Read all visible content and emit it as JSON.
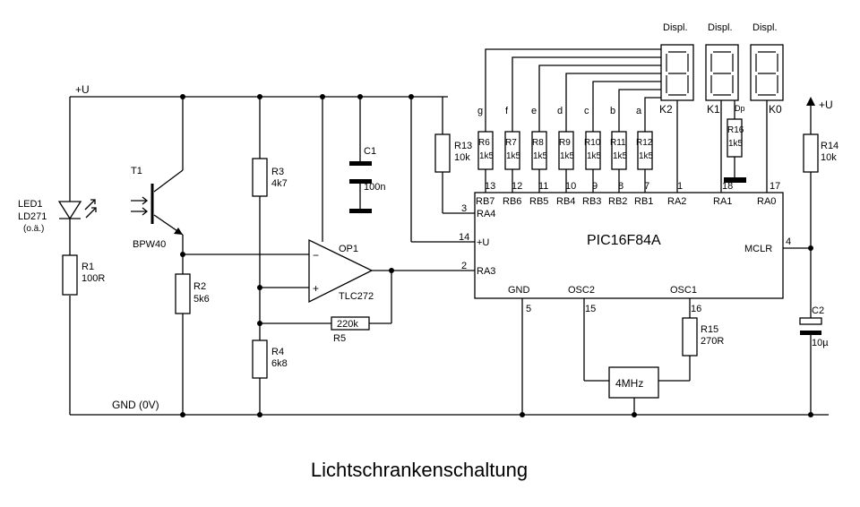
{
  "caption": "Lichtschrankenschaltung",
  "rails": {
    "vcc_label": "+U",
    "gnd_label": "GND (0V)",
    "vcc_right_label": "+U"
  },
  "components": {
    "led1": {
      "ref": "LED1",
      "type": "LD271",
      "note": "(o.ä.)"
    },
    "r1": {
      "ref": "R1",
      "value": "100R"
    },
    "t1": {
      "ref": "T1",
      "type": "BPW40"
    },
    "r2": {
      "ref": "R2",
      "value": "5k6"
    },
    "r3": {
      "ref": "R3",
      "value": "4k7"
    },
    "r4": {
      "ref": "R4",
      "value": "6k8"
    },
    "c1": {
      "ref": "C1",
      "value": "100n"
    },
    "op1": {
      "ref": "OP1",
      "type": "TLC272",
      "minus": "−",
      "plus": "+"
    },
    "r5": {
      "ref": "R5",
      "value": "220k"
    },
    "r13": {
      "ref": "R13",
      "value": "10k"
    },
    "r6": {
      "ref": "R6",
      "value": "1k5"
    },
    "r7": {
      "ref": "R7",
      "value": "1k5"
    },
    "r8": {
      "ref": "R8",
      "value": "1k5"
    },
    "r9": {
      "ref": "R9",
      "value": "1k5"
    },
    "r10": {
      "ref": "R10",
      "value": "1k5"
    },
    "r11": {
      "ref": "R11",
      "value": "1k5"
    },
    "r12": {
      "ref": "R12",
      "value": "1k5"
    },
    "r16": {
      "ref": "R16",
      "value": "1k5"
    },
    "r14": {
      "ref": "R14",
      "value": "10k"
    },
    "r15": {
      "ref": "R15",
      "value": "270R"
    },
    "c2": {
      "ref": "C2",
      "value": "10µ"
    },
    "crystal": {
      "value": "4MHz"
    }
  },
  "segments": [
    "g",
    "f",
    "e",
    "d",
    "c",
    "b",
    "a"
  ],
  "displays": {
    "label": "Displ.",
    "cathodes": [
      "K2",
      "K1",
      "K0"
    ],
    "dp": "Dp"
  },
  "mcu": {
    "name": "PIC16F84A",
    "port_b": [
      "RB7",
      "RB6",
      "RB5",
      "RB4",
      "RB3",
      "RB2",
      "RB1"
    ],
    "port_b_pins": [
      "13",
      "12",
      "11",
      "10",
      "9",
      "8",
      "7"
    ],
    "ra2": "RA2",
    "ra2_pin": "1",
    "ra1": "RA1",
    "ra1_pin": "18",
    "ra0": "RA0",
    "ra0_pin": "17",
    "ra4": "RA4",
    "ra4_pin": "3",
    "vdd": "+U",
    "vdd_pin": "14",
    "ra3": "RA3",
    "ra3_pin": "2",
    "mclr": "MCLR",
    "mclr_pin": "4",
    "gnd": "GND",
    "gnd_pin": "5",
    "osc2": "OSC2",
    "osc2_pin": "15",
    "osc1": "OSC1",
    "osc1_pin": "16"
  }
}
